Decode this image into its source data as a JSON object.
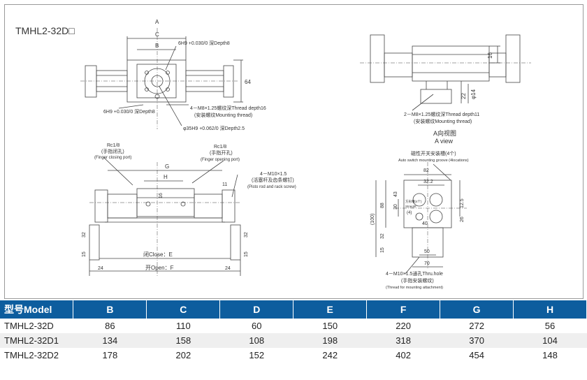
{
  "drawing": {
    "model_title": "TMHL2-32D□",
    "top_view": {
      "section_label_a": "A",
      "dim_c": "C",
      "dim_b": "B",
      "pin_hole_top": "6H9 +0.030/0 深Depth8",
      "pin_hole_bottom": "6H9 +0.030/0 深Depth8",
      "dim_64": "64",
      "thread_callout": "4－M8×1.25螺纹深Thread depth16",
      "thread_callout_cn": "(安装螺纹Mounting thread)",
      "bore_callout": "φ35H9 +0.062/0 深Depth2.5"
    },
    "side_view_right": {
      "dim_16": "16",
      "dim_14": "φ14",
      "dim_22": "22",
      "thread_callout": "2－M8×1.25螺纹深Thread depth11",
      "thread_callout_cn": "(安装螺纹Mounting thread)",
      "view_label_cn": "A向视图",
      "view_label_en": "A view"
    },
    "front_view": {
      "port_close_label": "Rc1/8",
      "port_close_cn": "(手指闭孔)",
      "port_close_en": "(Finger closing port)",
      "port_open_label": "Rc1/8",
      "port_open_cn": "(手指开孔)",
      "port_open_en": "(Finger opening port)",
      "screw_label": "4－M10×1.5",
      "screw_cn": "(活塞杆及齿条螺钉)",
      "screw_en": "(Pisto rod and rack screw)",
      "dim_g": "G",
      "dim_h": "H",
      "dim_16": "16",
      "dim_11": "11",
      "dim_32": "32",
      "dim_15": "15",
      "dim_15b": "15",
      "dim_32b": "32",
      "dim_24": "24",
      "dim_24b": "24",
      "close_label": "闭Close：E",
      "open_label": "开Open：F"
    },
    "end_view": {
      "switch_groove_cn": "磁性开关安装槽(4个)",
      "switch_groove_en": "Auto switch mounting groove (4locations)",
      "dim_82": "82",
      "dim_32_2": "32.2",
      "dim_12_5": "12.5",
      "dim_26": "26",
      "dim_30": "30",
      "dim_88": "88",
      "dim_100": "(100)",
      "dim_32": "32",
      "dim_15": "15",
      "dim_40": "40",
      "dim_50": "50",
      "dim_70": "70",
      "dim_4": "(4)",
      "dim_43": "43",
      "groove_small": "方形槽(4个)",
      "groove_small_en": "Straight",
      "thru_hole": "4－M10×1.5通孔Thru.hole",
      "thru_hole_cn": "(手指安装螺纹)",
      "thru_hole_en": "(Thread for mounting attachment)"
    }
  },
  "table": {
    "header_color": "#0d5d9e",
    "headers": [
      "型号Model",
      "B",
      "C",
      "D",
      "E",
      "F",
      "G",
      "H"
    ],
    "rows": [
      [
        "TMHL2-32D",
        "86",
        "110",
        "60",
        "150",
        "220",
        "272",
        "56"
      ],
      [
        "TMHL2-32D1",
        "134",
        "158",
        "108",
        "198",
        "318",
        "370",
        "104"
      ],
      [
        "TMHL2-32D2",
        "178",
        "202",
        "152",
        "242",
        "402",
        "454",
        "148"
      ]
    ]
  }
}
